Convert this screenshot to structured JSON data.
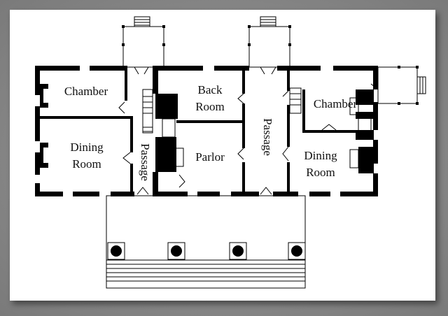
{
  "rooms": {
    "west_chamber": "Chamber",
    "west_dining_line1": "Dining",
    "west_dining_line2": "Room",
    "west_passage": "Passage",
    "back_room_line1": "Back",
    "back_room_line2": "Room",
    "parlor": "Parlor",
    "center_passage": "Passage",
    "east_chamber": "Chamber",
    "east_dining_line1": "Dining",
    "east_dining_line2": "Room"
  },
  "colors": {
    "wall": "#000000",
    "paper": "#ffffff",
    "background": "#8f8f8f"
  }
}
